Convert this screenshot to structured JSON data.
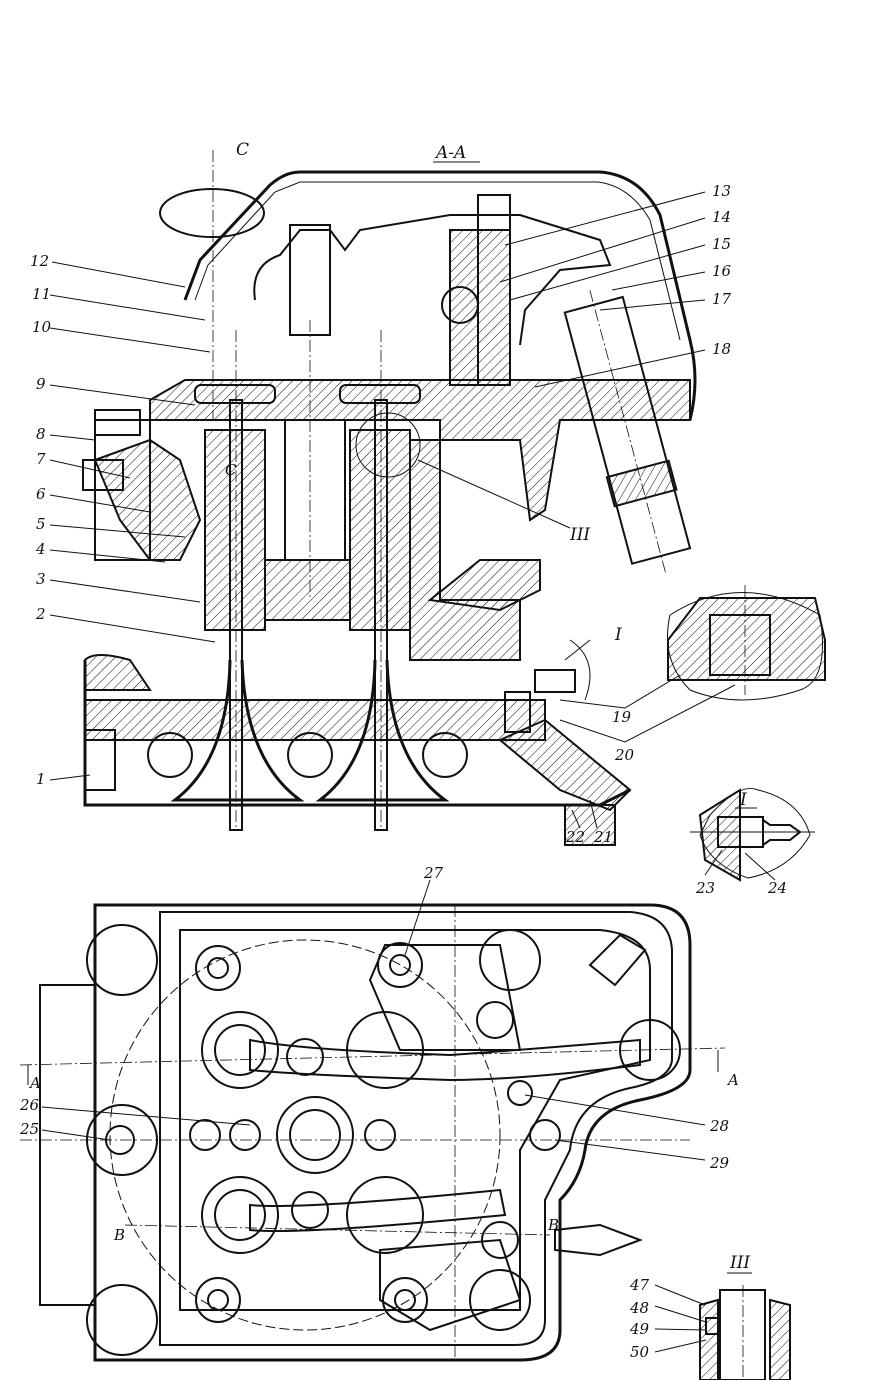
{
  "section_title": "A-A",
  "section_mark_top": "C",
  "section_mark_inner": "C",
  "detail_marks": {
    "I_callout": "I",
    "III_callout": "III",
    "I_title": "I",
    "III_title": "III"
  },
  "view_marks": {
    "A_left": "A",
    "A_right": "A",
    "B_left": "B",
    "B_right": "B"
  },
  "part_labels_left": [
    "12",
    "11",
    "10",
    "9",
    "8",
    "7",
    "6",
    "5",
    "4",
    "3",
    "2",
    "1"
  ],
  "part_labels_right": [
    "13",
    "14",
    "15",
    "16",
    "17",
    "18"
  ],
  "detail_labels": {
    "p19": "19",
    "p20": "20",
    "p21": "21",
    "p22": "22",
    "p23": "23",
    "p24": "24"
  },
  "plan_labels": {
    "p25": "25",
    "p26": "26",
    "p27": "27",
    "p28": "28",
    "p29": "29"
  },
  "detail3_labels": [
    "47",
    "48",
    "49",
    "50"
  ]
}
